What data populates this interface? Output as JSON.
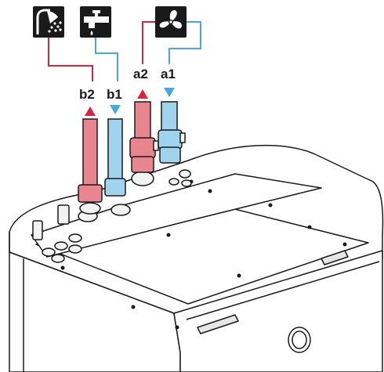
{
  "icons": {
    "shower": "shower-icon",
    "tap": "water-tap-icon",
    "fan": "fan-icon"
  },
  "labels": {
    "b2": "b2",
    "b1": "b1",
    "a2": "a2",
    "a1": "a1"
  },
  "colors": {
    "hot": "#d7263d",
    "cold": "#4aa8dc",
    "pipe_hot": "#e9858f",
    "pipe_cold": "#9fd3ee",
    "icon_bg": "#1a1a1a",
    "outline": "#1a1a1a"
  }
}
